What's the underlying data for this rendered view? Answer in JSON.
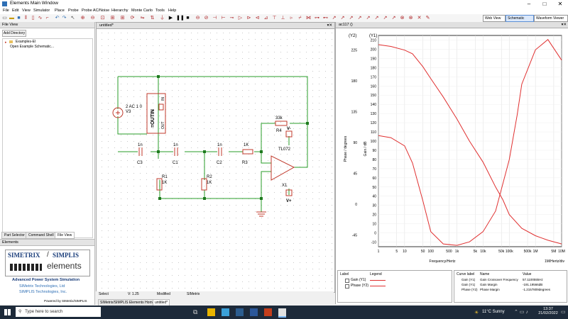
{
  "window": {
    "title": "Elements Main Window"
  },
  "menus": [
    "File",
    "Edit",
    "View",
    "Simulator",
    "Place",
    "Probe",
    "Probe AC/Noise",
    "Hierarchy",
    "Monte Carlo",
    "Tools",
    "Help"
  ],
  "toolbar": {
    "view_combo": "Web View",
    "editor_combo": "Schematic Editor",
    "viewer_combo": "Waveform Viewer"
  },
  "file_view": {
    "title": "File View",
    "add_directory": "Add Directory",
    "tree": [
      "Examples-El",
      "Open Example Schematic..."
    ],
    "tabs": [
      "Part Selector",
      "Command Shell",
      "File View"
    ]
  },
  "elements_panel": {
    "title": "Elements",
    "brand_left": "SIMETRIX",
    "brand_right": "SIMPLIS",
    "brand_sub": "elements",
    "tagline": "Advanced Power System Simulation",
    "company1": "SIMetrix Technologies, Ltd",
    "company2": "SIMPLIS Technologies, Inc.",
    "powered": "Powered by SIMetrix/SIMPLIS"
  },
  "schematic": {
    "title": "untitled*",
    "components": {
      "source_value": "2 AC 1 0",
      "source_ref": "V3",
      "probe_label": "=OUTIN",
      "probe_in": "IN",
      "probe_out": "OUT",
      "c3_val": "1n",
      "c3_ref": "C3",
      "c1_val": "1n",
      "c1_ref": "C1",
      "c2_val": "1n",
      "c2_ref": "C2",
      "r3_val": "1K",
      "r3_ref": "R3",
      "r4_val": "33k",
      "r4_ref": "R4",
      "r1_ref": "R1",
      "r1_val": "1K",
      "r2_ref": "R2",
      "r2_val": "1K",
      "opamp_model": "TL072",
      "opamp_ref": "X1",
      "vminus": "V-",
      "vplus": "V+"
    },
    "status": {
      "mode": "Select",
      "version": "V: 1.25",
      "state": "Modified",
      "app": "SIMetrix"
    },
    "doc_tabs": [
      "SIMetrix/SIMPLIS Elements Home",
      "untitled*"
    ]
  },
  "graph": {
    "title": "ac117 ()",
    "y2_label": "(Y2)",
    "y1_label": "(Y1)",
    "y2_axis_title": "Phase / degrees",
    "y1_axis_title": "Gain / dB",
    "x_axis_title": "Frequency/Hertz",
    "x_div_label": "1M/Hertz/div",
    "legend": {
      "label_header": "Label",
      "legend_header": "Legend",
      "entries": [
        "Gain (Y1)",
        "Phase (Y2)"
      ]
    },
    "measurements": {
      "headers": [
        "Curve label",
        "Name",
        "Value"
      ],
      "rows": [
        [
          "Gain (Y1)",
          "Gain Crossover Frequency",
          "57.110055kHz"
        ],
        [
          "Gain (Y1)",
          "Gain Margin",
          "-191.19566dB"
        ],
        [
          "Phase (Y2)",
          "Phase Margin",
          "-1.2157809degrees"
        ]
      ]
    }
  },
  "chart_data": {
    "type": "line",
    "xscale": "log",
    "xlim": [
      1,
      10000000
    ],
    "x_ticks": [
      "1",
      "5",
      "10",
      "50",
      "100",
      "500",
      "1k",
      "5k",
      "10k",
      "50k",
      "100k",
      "500k",
      "1M",
      "5M",
      "10M"
    ],
    "y1_ticks": [
      -10,
      0,
      10,
      20,
      30,
      40,
      50,
      60,
      70,
      80,
      90,
      100,
      110,
      120,
      130,
      140,
      150,
      160,
      170,
      180,
      190,
      200,
      210
    ],
    "y2_ticks": [
      -45,
      0,
      45,
      90,
      135,
      180,
      225
    ],
    "series": [
      {
        "name": "Gain (Y1)",
        "axis": "Y1",
        "x": [
          1,
          3,
          10,
          20,
          50,
          100,
          300,
          1000,
          3000,
          10000,
          30000,
          57110,
          100000,
          300000,
          1000000,
          3000000,
          10000000
        ],
        "y": [
          205,
          203,
          199,
          195,
          181,
          168,
          148,
          124,
          100,
          77,
          50,
          36,
          20,
          5,
          -3,
          -8,
          -12
        ]
      },
      {
        "name": "Phase (Y2)",
        "axis": "Y2",
        "x": [
          1,
          3,
          10,
          20,
          50,
          100,
          300,
          1000,
          3000,
          10000,
          30000,
          100000,
          200000,
          300000,
          1000000,
          3000000,
          10000000
        ],
        "y": [
          100,
          97,
          85,
          60,
          5,
          -40,
          -58,
          -60,
          -55,
          -40,
          -10,
          65,
          130,
          175,
          225,
          240,
          210
        ]
      }
    ]
  },
  "taskbar": {
    "search_placeholder": "Type here to search",
    "weather": "11°C  Sunny",
    "time": "13:37",
    "date": "21/02/2022"
  },
  "colors": {
    "accent": "#2e6fb5",
    "wire": "#2a9d2a",
    "component": "#c0392b",
    "curve": "#e03030",
    "taskbar": "#1d2a3a"
  }
}
